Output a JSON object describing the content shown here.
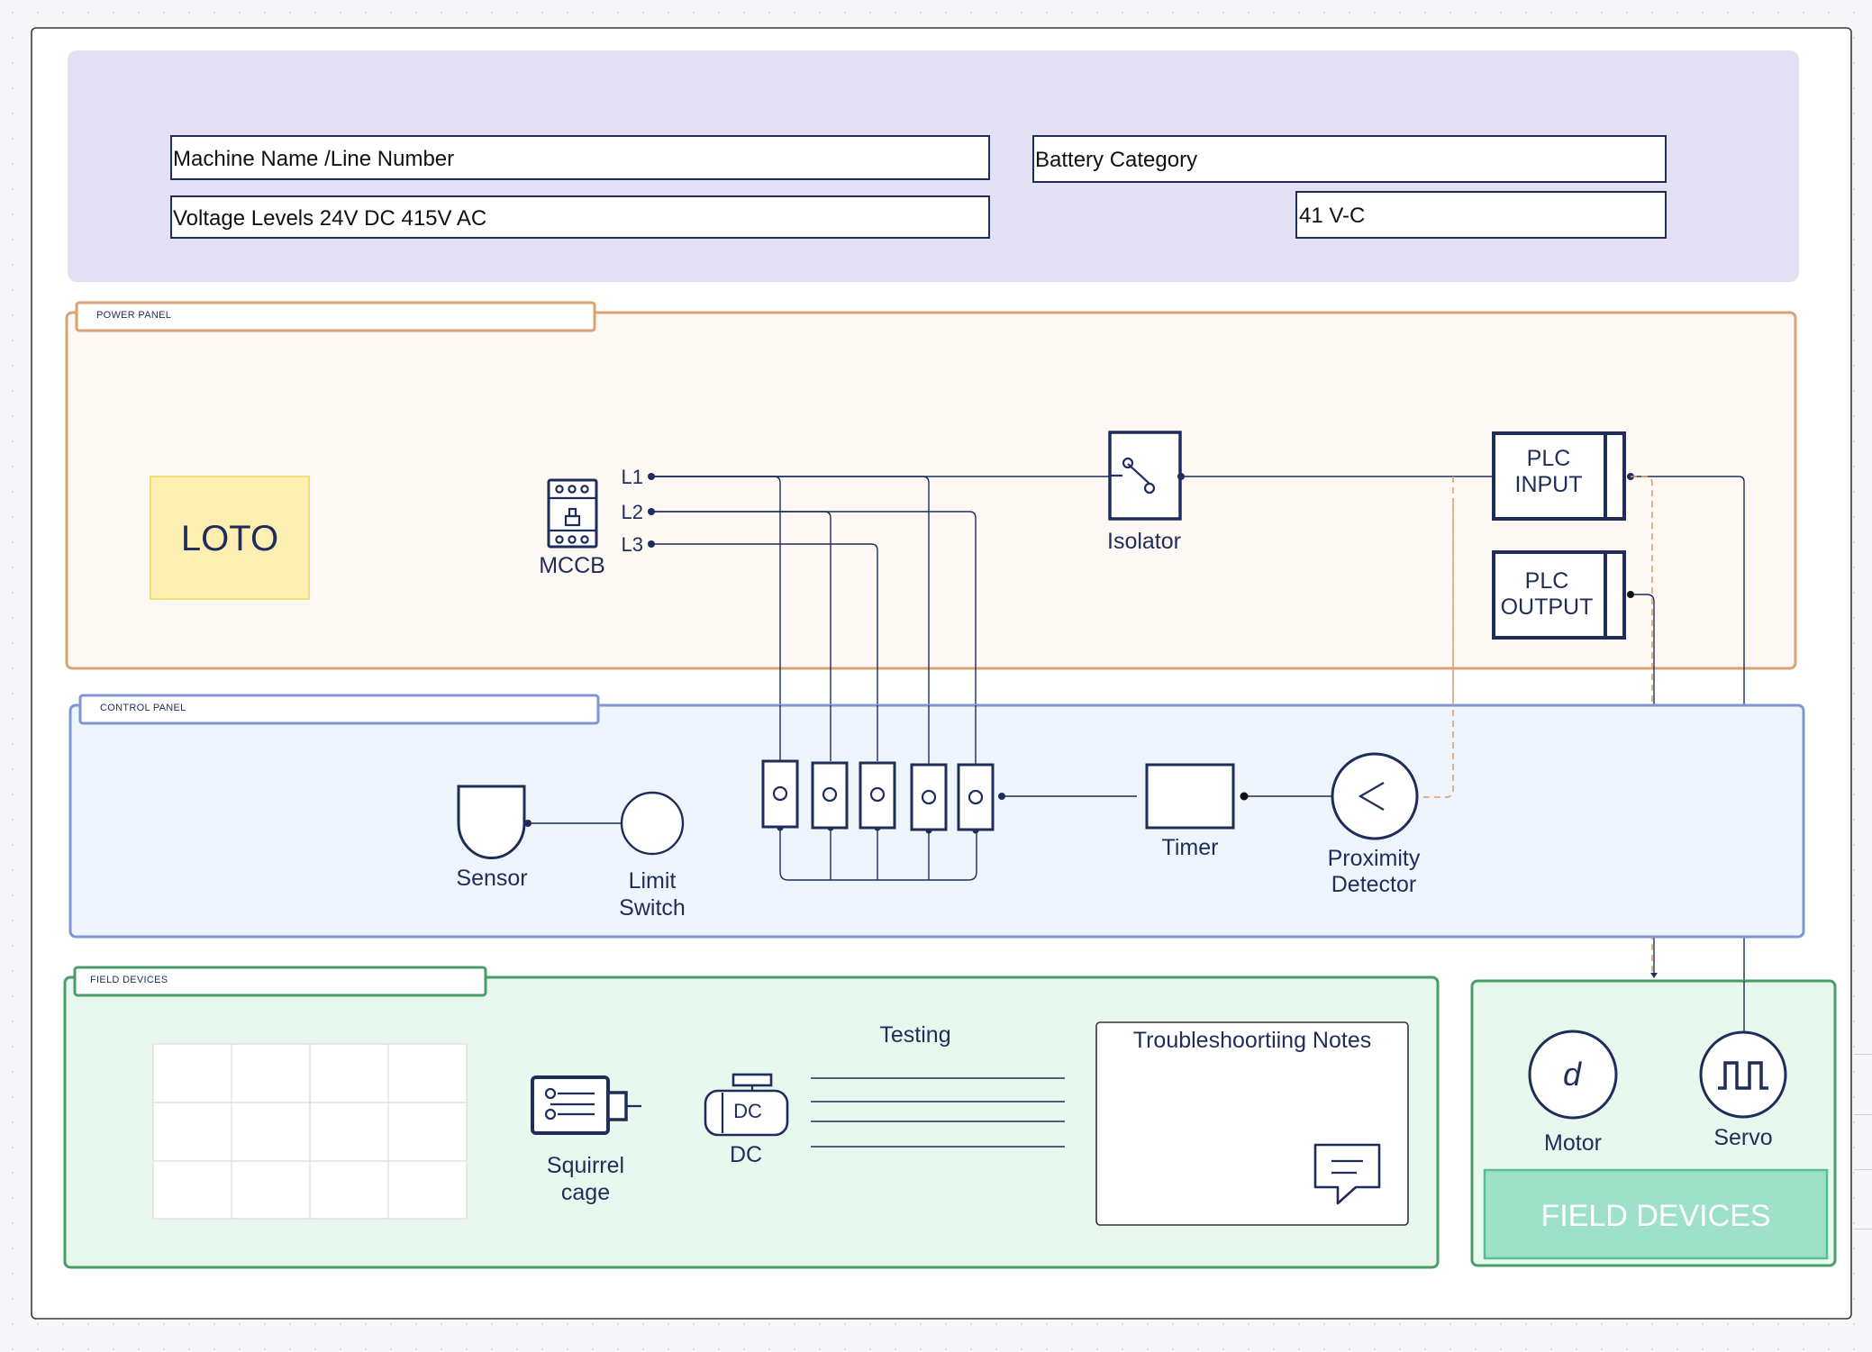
{
  "header": {
    "machine_field": "Machine Name /Line Number",
    "voltage_field": "Voltage Levels 24V DC 415V AC",
    "battery_field": "Battery Category",
    "battery_value": "41 V-C"
  },
  "panels": {
    "power": "POWER PANEL",
    "control": "CONTROL PANEL",
    "field": "FIELD DEVICES"
  },
  "power_panel": {
    "loto": "LOTO",
    "mccb": "MCCB",
    "l1": "L1",
    "l2": "L2",
    "l3": "L3",
    "isolator": "Isolator",
    "plc_input": [
      "PLC",
      "INPUT"
    ],
    "plc_output": [
      "PLC",
      "OUTPUT"
    ]
  },
  "control_panel": {
    "sensor": "Sensor",
    "limit_switch": [
      "Limit",
      "Switch"
    ],
    "timer": "Timer",
    "proximity_detector": [
      "Proximity",
      "Detector"
    ]
  },
  "field_panel": {
    "squirrel_cage": [
      "Squirrel",
      "cage"
    ],
    "dc_symbol": "DC",
    "dc": "DC",
    "testing": "Testing",
    "troubleshooting": "Troubleshoortiing Notes",
    "motor_symbol": "d",
    "motor": "Motor",
    "servo": "Servo",
    "field_devices_button": "FIELD DEVICES"
  },
  "colors": {
    "header_bg": "#e4e0f4",
    "power_bg": "#fdf8f4",
    "power_border": "#dba272",
    "control_bg": "#eef5fd",
    "control_border": "#8095d3",
    "field_bg": "#e8f8ef",
    "field_border": "#4a9c68",
    "loto_bg": "#fcefb1",
    "field_button_bg": "#9fe0c9",
    "ink": "#1f2d5a"
  }
}
